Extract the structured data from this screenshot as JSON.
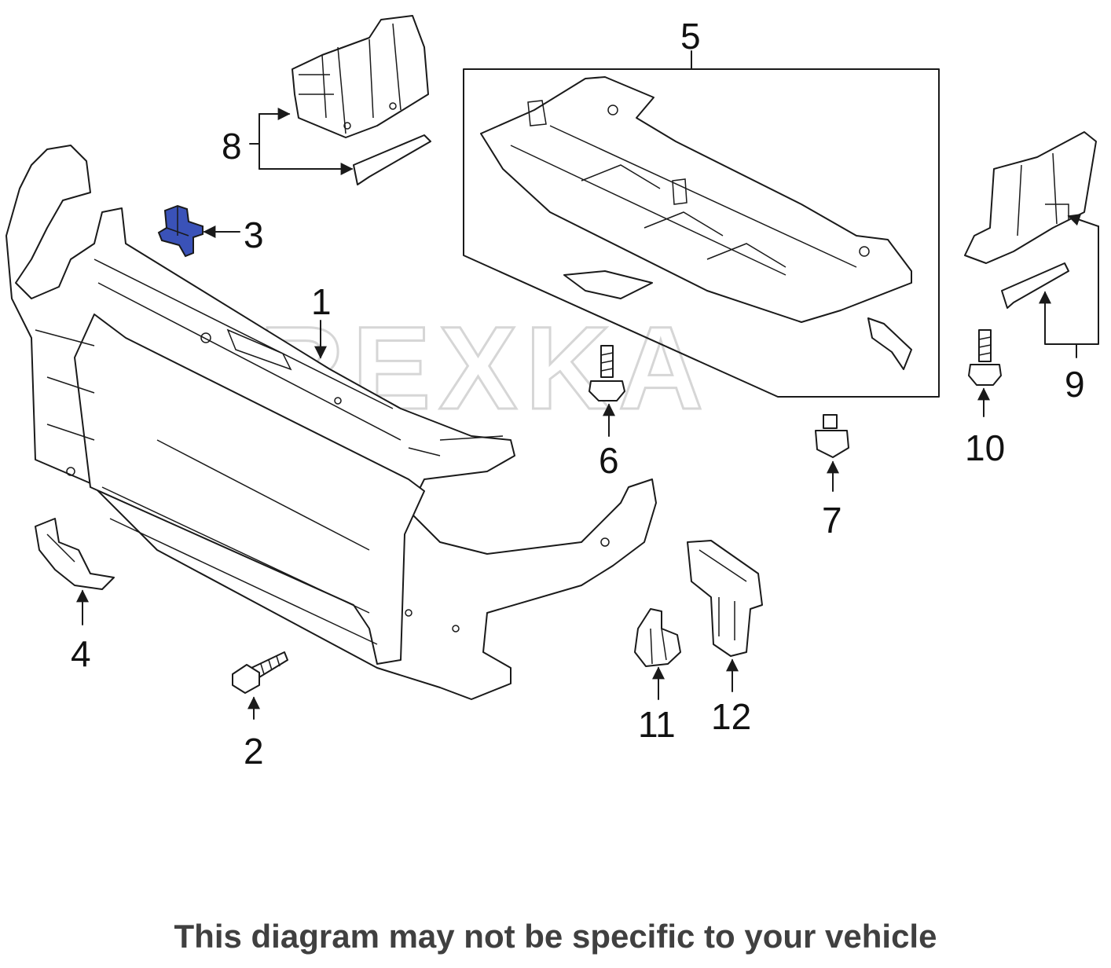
{
  "watermark": "REXKA",
  "disclaimer": "This diagram may not be specific to your vehicle",
  "highlight_color": "#3a52b8",
  "callouts": {
    "c1": "1",
    "c2": "2",
    "c3": "3",
    "c4": "4",
    "c5": "5",
    "c6": "6",
    "c7": "7",
    "c8": "8",
    "c9": "9",
    "c10": "10",
    "c11": "11",
    "c12": "12"
  }
}
